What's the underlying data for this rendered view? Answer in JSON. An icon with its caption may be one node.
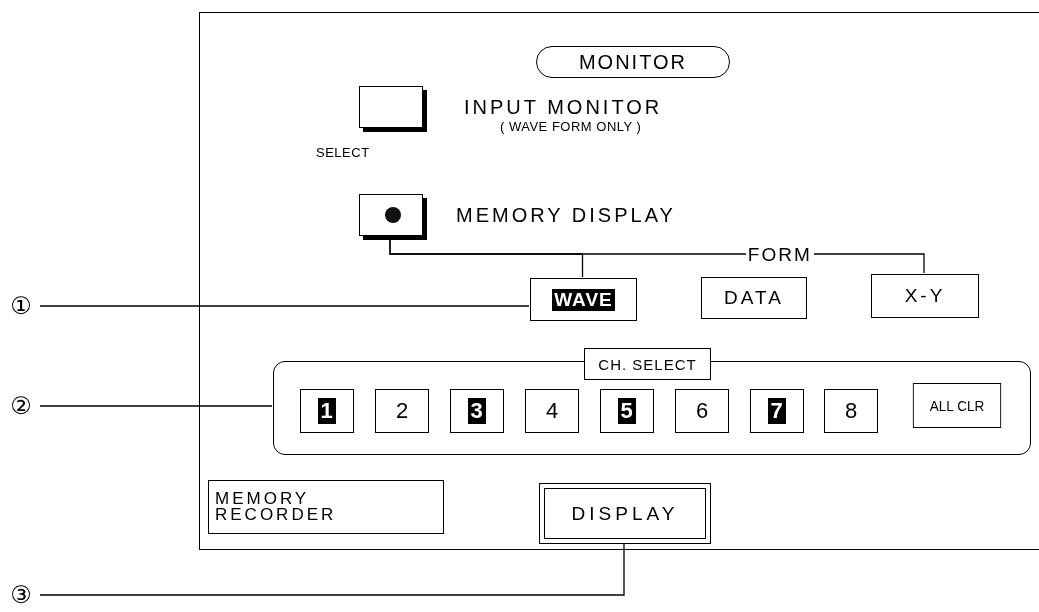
{
  "diagram": {
    "nodes": [
      {
        "text": [],
        "shape": "box"
      },
      {
        "text": [
          "MONITOR"
        ],
        "in": 0
      },
      {
        "text": [],
        "shape": "box",
        "in": 0,
        "beside": [
          "INPUT MONITOR",
          "( WAVE FORM ONLY )",
          "SELECT"
        ]
      },
      {
        "text": [],
        "shape": "box",
        "in": 0,
        "beside": [
          "MEMORY DISPLAY"
        ]
      },
      {
        "text": [
          "WAVE"
        ],
        "in": 0
      },
      {
        "text": [
          "DATA"
        ],
        "in": 0
      },
      {
        "text": [
          "X-Y"
        ],
        "in": 0
      },
      {
        "text": [
          "CH. SELECT"
        ],
        "in": 0
      },
      {
        "text": [
          "1"
        ],
        "in": 7
      },
      {
        "text": [
          "2"
        ],
        "in": 7
      },
      {
        "text": [
          "3"
        ],
        "in": 7
      },
      {
        "text": [
          "4"
        ],
        "in": 7
      },
      {
        "text": [
          "5"
        ],
        "in": 7
      },
      {
        "text": [
          "6"
        ],
        "in": 7
      },
      {
        "text": [
          "7"
        ],
        "in": 7
      },
      {
        "text": [
          "8"
        ],
        "in": 7
      },
      {
        "text": [
          "ALL CLR"
        ],
        "in": 7
      },
      {
        "text": [
          "MEMORY RECORDER"
        ],
        "in": 0
      },
      {
        "text": [
          "DISPLAY"
        ],
        "in": 0
      },
      {
        "text": [
          "①"
        ]
      },
      {
        "text": [
          "②"
        ]
      },
      {
        "text": [
          "③"
        ]
      }
    ],
    "edges": [
      {
        "from": 3,
        "to": 4,
        "arrow": "none"
      },
      {
        "from": 3,
        "to": 6,
        "arrow": "none",
        "label": "FORM"
      },
      {
        "from": 19,
        "to": 4,
        "arrow": "none"
      },
      {
        "from": 20,
        "to": 7,
        "arrow": "none"
      },
      {
        "from": 21,
        "to": 18,
        "arrow": "none"
      }
    ]
  }
}
